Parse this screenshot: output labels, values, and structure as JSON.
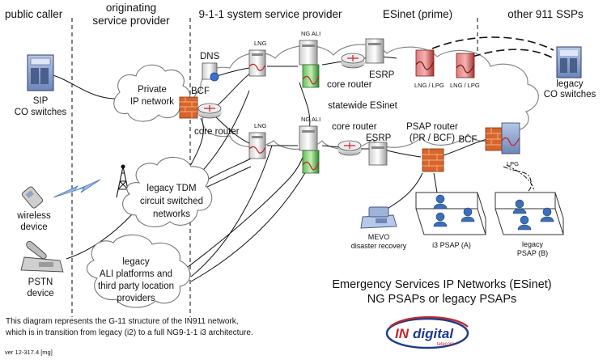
{
  "columns": {
    "public_caller": "public caller",
    "originating_line1": "originating",
    "originating_line2": "service provider",
    "system_provider": "9-1-1 system service provider",
    "esinet_prime": "ESinet (prime)",
    "other_ssps": "other 911 SSPs"
  },
  "devices": {
    "sip_line1": "SIP",
    "sip_line2": "CO switches",
    "wireless_line1": "wireless",
    "wireless_line2": "device",
    "pstn_line1": "PSTN",
    "pstn_line2": "device",
    "legacy_co_line1": "legacy",
    "legacy_co_line2": "CO switches",
    "mevo_line1": "MEVO",
    "mevo_line2": "disaster recovery",
    "i3_psap": "i3 PSAP (A)",
    "legacy_psap_line1": "legacy",
    "legacy_psap_line2": "PSAP (B)"
  },
  "clouds": {
    "private_ip_line1": "Private",
    "private_ip_line2": "IP network",
    "tdm_line1": "legacy TDM",
    "tdm_line2": "circuit switched",
    "tdm_line3": "networks",
    "ali_line1": "legacy",
    "ali_line2": "ALI platforms and",
    "ali_line3": "third party location",
    "ali_line4": "providers",
    "statewide_esinet": "statewide ESinet"
  },
  "nodes": {
    "dns": "DNS",
    "bcf_top": "BCF",
    "core_router_left": "core router",
    "lng_top": "LNG",
    "lng_bottom": "LNG",
    "ng_ali_top": "NG ALI",
    "ng_ali_bottom": "NG ALI",
    "esrp_top": "ESRP",
    "core_router_top": "core router",
    "lng_lpg_1": "LNG / LPG",
    "lng_lpg_2": "LNG / LPG",
    "core_router_mid": "core router",
    "esrp_mid": "ESRP",
    "psap_router_line1": "PSAP router",
    "psap_router_line2": "(PR / BCF)",
    "bcf_right": "BCF",
    "lpg": "LPG"
  },
  "esinet_title_line1": "Emergency Services IP Networks (ESinet)",
  "esinet_title_line2": "NG PSAPs or legacy PSAPs",
  "caption_line1": "This diagram represents the G-11 structure of the IN911 network,",
  "caption_line2": "which is in transition from legacy (i2) to a full NG9-1-1 i3 architecture.",
  "version": "ver 12-317.4 [mg]",
  "logo": {
    "brand_in": "IN",
    "brand_rest": "digital",
    "sub": "telecom"
  },
  "colors": {
    "accent_red": "#c0272d",
    "logo_blue": "#1f3a8a",
    "server_red": "#c24a4a",
    "firewall_orange": "#d9652b"
  }
}
